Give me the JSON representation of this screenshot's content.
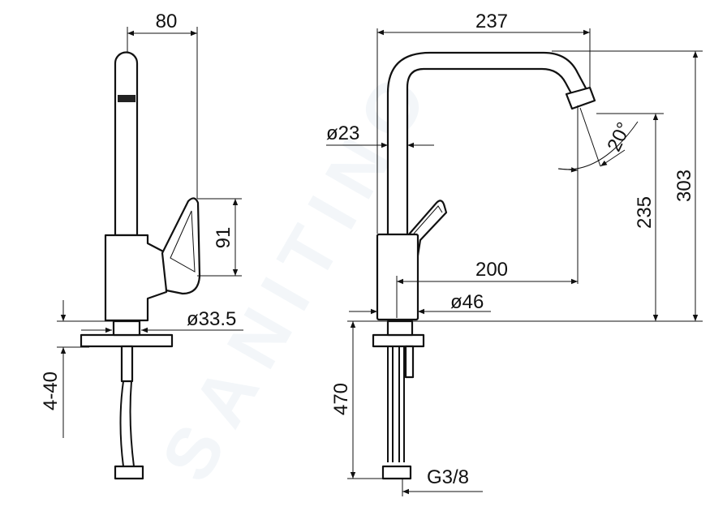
{
  "watermark": "SANITINO",
  "side_view": {
    "width_label": "80",
    "lever_height_label": "91",
    "body_diameter_label": "ø33.5",
    "deck_thickness_label": "4-40"
  },
  "front_view": {
    "reach_label": "237",
    "spout_diameter_label": "ø23",
    "angle_label": "20°",
    "outlet_height_label": "235",
    "total_height_label": "303",
    "projection_label": "200",
    "base_diameter_label": "ø46",
    "hose_length_label": "470",
    "connection_label": "G3/8"
  }
}
